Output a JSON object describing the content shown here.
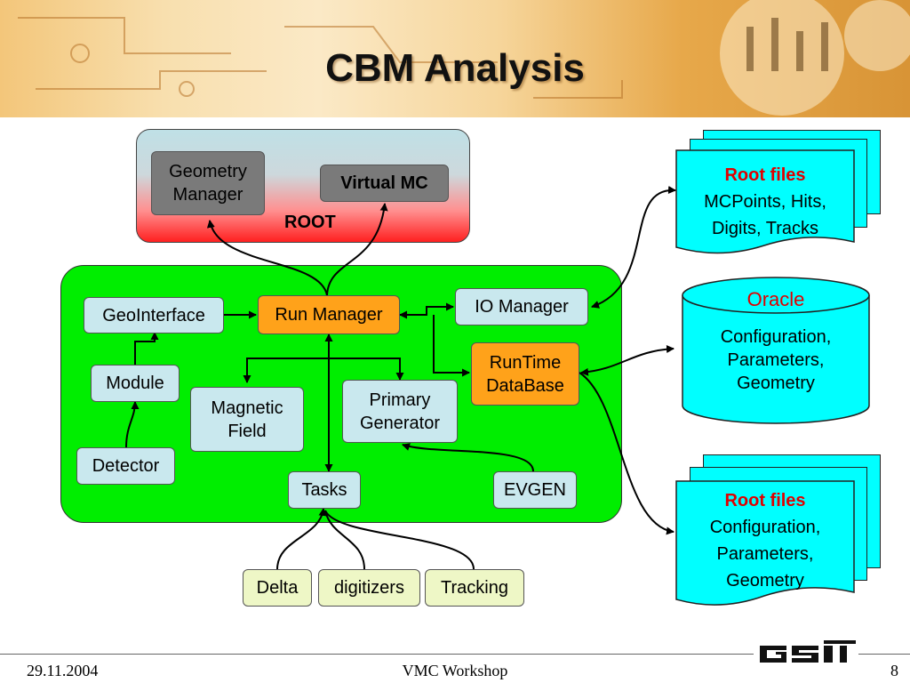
{
  "slide": {
    "title": "CBM Analysis",
    "root_label": "ROOT",
    "nodes": {
      "geometry_manager": "Geometry\nManager",
      "virtual_mc": "Virtual MC",
      "geointerface": "GeoInterface",
      "run_manager": "Run Manager",
      "io_manager": "IO Manager",
      "module": "Module",
      "magnetic_field": "Magnetic\nField",
      "primary_generator": "Primary\nGenerator",
      "runtime_database": "RunTime\nDataBase",
      "detector": "Detector",
      "tasks": "Tasks",
      "evgen": "EVGEN",
      "delta": "Delta",
      "digitizers": "digitizers",
      "tracking": "Tracking"
    },
    "root_files_1": {
      "title": "Root files",
      "line1": "MCPoints,  Hits,",
      "line2": "Digits, Tracks"
    },
    "oracle": {
      "title": "Oracle",
      "line1": "Configuration,",
      "line2": "Parameters,",
      "line3": "Geometry"
    },
    "root_files_2": {
      "title": "Root files",
      "line1": "Configuration,",
      "line2": "Parameters,",
      "line3": "Geometry"
    }
  },
  "footer": {
    "date": "29.11.2004",
    "event": "VMC Workshop",
    "page": "8",
    "logo": "GSI"
  },
  "colors": {
    "green_panel": "#00ee00",
    "orange_box": "#ffa21a",
    "light_blue_box": "#c9e8ee",
    "cyan_doc": "#00ffff",
    "red_text": "#e00000"
  }
}
